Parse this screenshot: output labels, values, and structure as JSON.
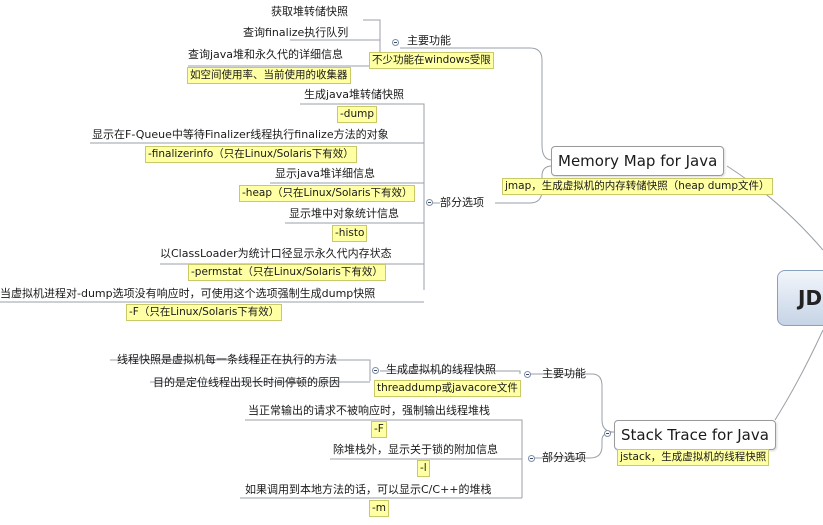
{
  "root": {
    "label": "JD"
  },
  "memory_map": {
    "title": "Memory Map for Java",
    "note": "jmap，生成虚拟机的内存转储快照（heap dump文件）",
    "main_function": {
      "label": "主要功能",
      "note": "不少功能在windows受限",
      "items": [
        {
          "label": "获取堆转储快照"
        },
        {
          "label": "查询finalize执行队列"
        },
        {
          "label": "查询java堆和永久代的详细信息",
          "note": "如空间使用率、当前使用的收集器"
        }
      ]
    },
    "options": {
      "label": "部分选项",
      "items": [
        {
          "label": "生成java堆转储快照",
          "note": "-dump"
        },
        {
          "label": "显示在F-Queue中等待Finalizer线程执行finalize方法的对象",
          "note": "-finalizerinfo（只在Linux/Solaris下有效）"
        },
        {
          "label": "显示java堆详细信息",
          "note": "-heap（只在Linux/Solaris下有效）"
        },
        {
          "label": "显示堆中对象统计信息",
          "note": "-histo"
        },
        {
          "label": "以ClassLoader为统计口径显示永久代内存状态",
          "note": "-permstat（只在Linux/Solaris下有效）"
        },
        {
          "label": "当虚拟机进程对-dump选项没有响应时，可使用这个选项强制生成dump快照",
          "note": "-F（只在Linux/Solaris下有效）"
        }
      ]
    }
  },
  "stack_trace": {
    "title": "Stack Trace for Java",
    "note": "jstack，生成虚拟机的线程快照",
    "main_function": {
      "label": "主要功能",
      "sub": {
        "label": "生成虚拟机的线程快照",
        "note": "threaddump或javacore文件",
        "items": [
          {
            "label": "线程快照是虚拟机每一条线程正在执行的方法"
          },
          {
            "label": "目的是定位线程出现长时间停顿的原因"
          }
        ]
      }
    },
    "options": {
      "label": "部分选项",
      "items": [
        {
          "label": "当正常输出的请求不被响应时，强制输出线程堆栈",
          "note": "-F"
        },
        {
          "label": "除堆栈外，显示关于锁的附加信息",
          "note": "-l"
        },
        {
          "label": "如果调用到本地方法的话，可以显示C/C++的堆栈",
          "note": "-m"
        }
      ]
    }
  }
}
